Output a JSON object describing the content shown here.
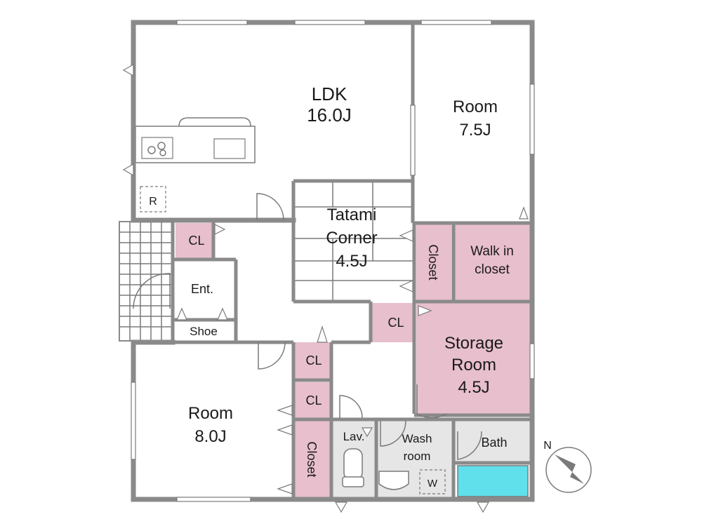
{
  "rooms": {
    "ldk": {
      "name": "LDK",
      "size": "16.0J"
    },
    "room_east": {
      "name": "Room",
      "size": "7.5J"
    },
    "tatami": {
      "line1": "Tatami",
      "line2": "Corner",
      "size": "4.5J"
    },
    "storage": {
      "line1": "Storage",
      "line2": "Room",
      "size": "4.5J"
    },
    "room_south": {
      "name": "Room",
      "size": "8.0J"
    },
    "walk_in": {
      "line1": "Walk in",
      "line2": "closet"
    },
    "wash": {
      "line1": "Wash",
      "line2": "room"
    },
    "bath": "Bath",
    "lav": "Lav.",
    "entrance": "Ent.",
    "shoe": "Shoe"
  },
  "closets": {
    "cl": "CL",
    "closet": "Closet"
  },
  "fixtures": {
    "refrigerator": "R",
    "washer": "W"
  },
  "compass": {
    "label": "N"
  },
  "colors": {
    "wall": "#8a8a8a",
    "storage_fill": "#e8bfcc",
    "wet_area_fill": "#e6e6e6",
    "bathtub_fill": "#5fe0ea"
  }
}
